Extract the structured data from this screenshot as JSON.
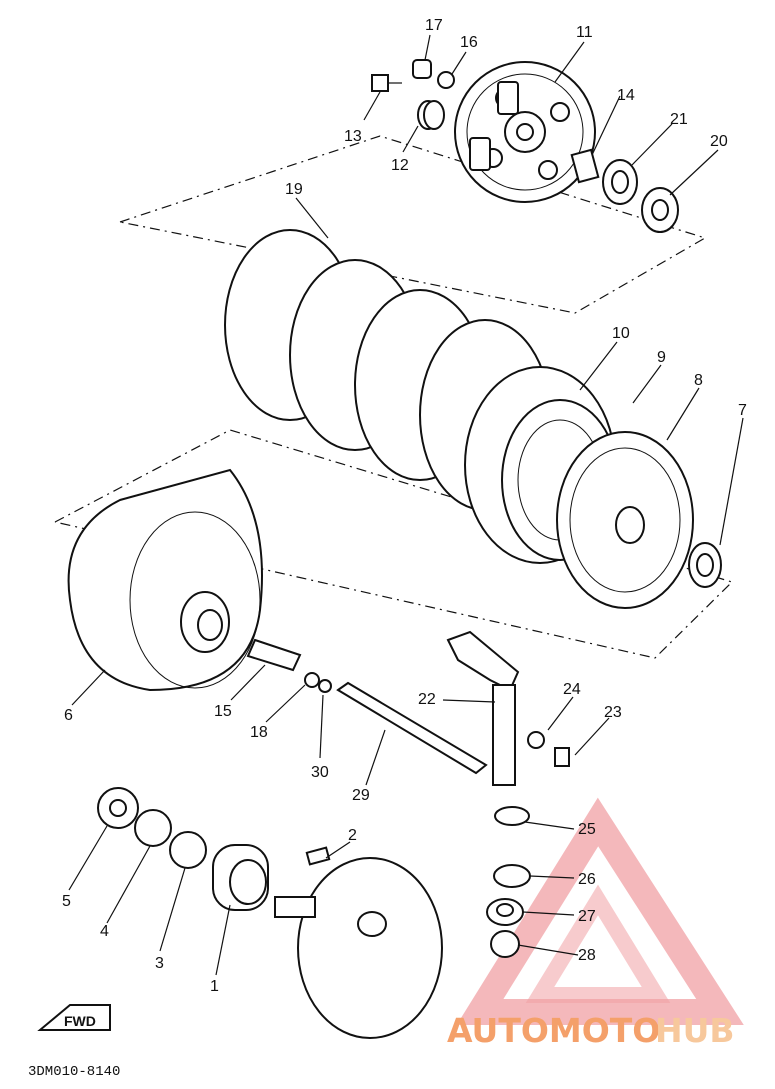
{
  "labels": {
    "p1": "1",
    "p2": "2",
    "p3": "3",
    "p4": "4",
    "p5": "5",
    "p6": "6",
    "p7": "7",
    "p8": "8",
    "p9": "9",
    "p10": "10",
    "p11": "11",
    "p12": "12",
    "p13": "13",
    "p14": "14",
    "p15": "15",
    "p16": "16",
    "p17": "17",
    "p18": "18",
    "p19": "19",
    "p20": "20",
    "p21": "21",
    "p22": "22",
    "p23": "23",
    "p24": "24",
    "p25": "25",
    "p26": "26",
    "p27": "27",
    "p28": "28",
    "p29": "29",
    "p30": "30"
  },
  "fwd_arrow": "FWD",
  "drawing_code": "3DM010-8140",
  "watermark": {
    "part1": "AUTOMOTO",
    "part2": "HUB",
    "color_main": "#f4a06a",
    "color_light": "#f7c89c",
    "color_triangle": "#e8424b"
  }
}
